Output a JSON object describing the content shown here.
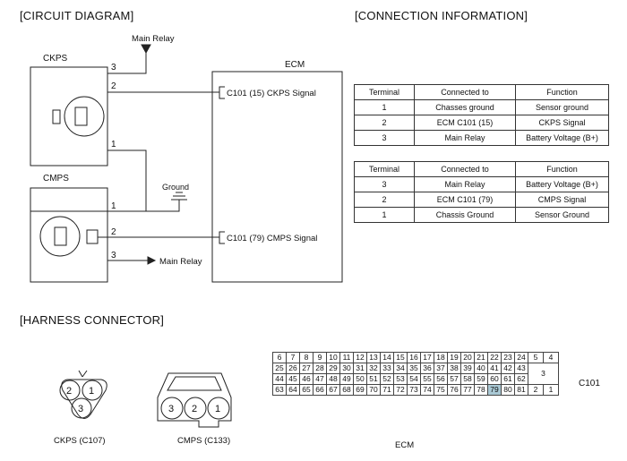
{
  "sections": {
    "circuit": "[CIRCUIT DIAGRAM]",
    "connection": "[CONNECTION INFORMATION]",
    "harness": "[HARNESS CONNECTOR]"
  },
  "circuit": {
    "main_relay_top": "Main Relay",
    "main_relay_bottom": "Main Relay",
    "ground": "Ground",
    "ckps": "CKPS",
    "cmps": "CMPS",
    "ecm": "ECM",
    "ckps_signal": "C101 (15)  CKPS Signal",
    "cmps_signal": "C101 (79)  CMPS Signal",
    "pins": {
      "ckps3": "3",
      "ckps2": "2",
      "ckps1": "1",
      "cmps1": "1",
      "cmps2": "2",
      "cmps3": "3"
    }
  },
  "tables": {
    "headers": [
      "Terminal",
      "Connected to",
      "Function"
    ],
    "ckps_rows": [
      [
        "1",
        "Chasses ground",
        "Sensor ground"
      ],
      [
        "2",
        "ECM C101 (15)",
        "CKPS Signal"
      ],
      [
        "3",
        "Main Relay",
        "Battery Voltage (B+)"
      ]
    ],
    "cmps_rows": [
      [
        "3",
        "Main Relay",
        "Battery Voltage (B+)"
      ],
      [
        "2",
        "ECM C101 (79)",
        "CMPS Signal"
      ],
      [
        "1",
        "Chassis Ground",
        "Sensor Ground"
      ]
    ]
  },
  "harness": {
    "ckps_label": "CKPS (C107)",
    "cmps_label": "CMPS (C133)",
    "ecm_label": "ECM",
    "c101_label": "C101",
    "ckps_pins": [
      "2",
      "1",
      "3"
    ],
    "cmps_pins": [
      "3",
      "2",
      "1"
    ],
    "ecm_rows": [
      [
        "6",
        "7",
        "8",
        "9",
        "10",
        "11",
        "12",
        "13",
        "14",
        "15",
        "16",
        "17",
        "18",
        "19",
        "20",
        "21",
        "22",
        "23",
        "24"
      ],
      [
        "25",
        "26",
        "27",
        "28",
        "29",
        "30",
        "31",
        "32",
        "33",
        "34",
        "35",
        "36",
        "37",
        "38",
        "39",
        "40",
        "41",
        "42",
        "43"
      ],
      [
        "44",
        "45",
        "46",
        "47",
        "48",
        "49",
        "50",
        "51",
        "52",
        "53",
        "54",
        "55",
        "56",
        "57",
        "58",
        "59",
        "60",
        "61",
        "62"
      ],
      [
        "63",
        "64",
        "65",
        "66",
        "67",
        "68",
        "69",
        "70",
        "71",
        "72",
        "73",
        "74",
        "75",
        "76",
        "77",
        "78",
        "79",
        "80",
        "81"
      ]
    ],
    "ecm_power": {
      "r1a": "5",
      "r1b": "4",
      "mid": "3",
      "r4a": "2",
      "r4b": "1"
    },
    "highlight_pin": "79",
    "highlight_color": "#a9c8d4"
  }
}
